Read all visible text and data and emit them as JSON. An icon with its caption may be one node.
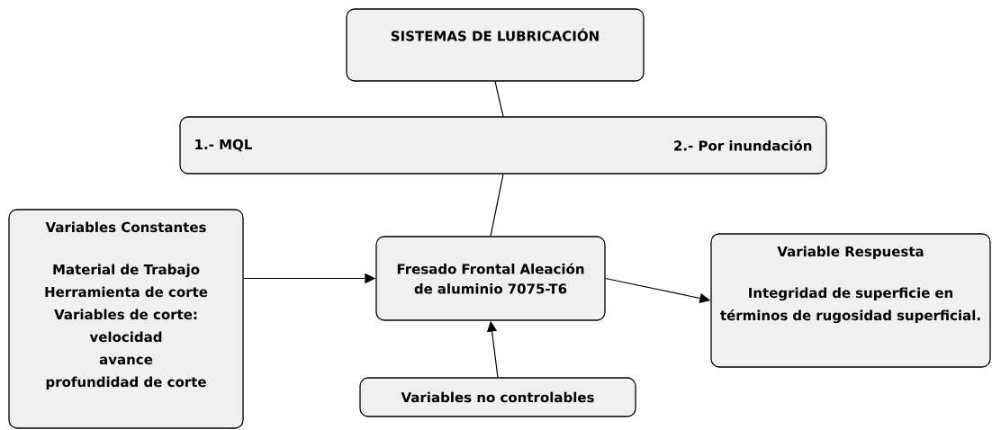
{
  "diagram": {
    "nodes": [
      {
        "text": [
          "SISTEMAS DE LUBRICACIÓN"
        ]
      },
      {
        "text": [
          "1.- MQL",
          "2.- Por inundación"
        ]
      },
      {
        "text": [
          "Variables Constantes",
          "Material de Trabajo",
          "Herramienta de corte",
          "Variables de corte:",
          "velocidad",
          "avance",
          "profundidad de corte"
        ]
      },
      {
        "text": [
          "Fresado Frontal Aleación de aluminio 7075-T6"
        ]
      },
      {
        "text": [
          "Variable Respuesta",
          "Integridad de superficie en términos de rugosidad superficial."
        ]
      },
      {
        "text": [
          "Variables no controlables"
        ]
      }
    ],
    "edges": [
      {
        "from": 0,
        "to": 1,
        "arrow": "none"
      },
      {
        "from": 1,
        "to": 3,
        "arrow": "none"
      },
      {
        "from": 2,
        "to": 3,
        "arrow": "to"
      },
      {
        "from": 3,
        "to": 4,
        "arrow": "to"
      },
      {
        "from": 5,
        "to": 3,
        "arrow": "to"
      }
    ]
  }
}
